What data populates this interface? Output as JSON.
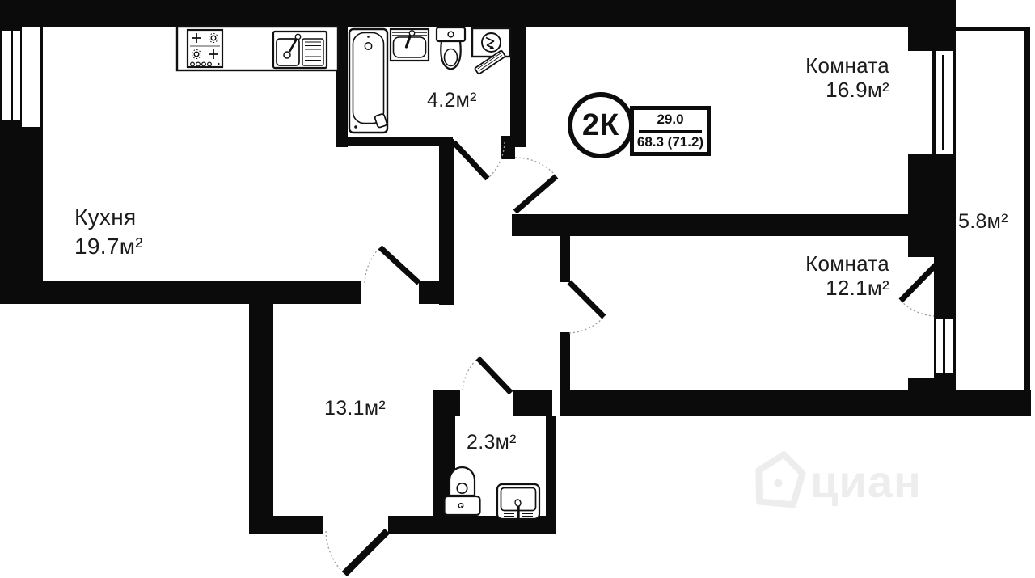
{
  "floorplan": {
    "badge": {
      "rooms_label": "2К",
      "area_top": "29.0",
      "area_bottom": "68.3 (71.2)"
    },
    "rooms": {
      "kitchen": {
        "name": "Кухня",
        "area": "19.7м²"
      },
      "room1": {
        "name": "Комната",
        "area": "16.9м²"
      },
      "room2": {
        "name": "Комната",
        "area": "12.1м²"
      },
      "bathroom": {
        "area": "4.2м²"
      },
      "hallway": {
        "area": "13.1м²"
      },
      "wc": {
        "area": "2.3м²"
      },
      "balcony": {
        "area": "5.8м²"
      }
    },
    "watermark": {
      "text": "циан"
    },
    "colors": {
      "walls": "#0b0b0b",
      "background": "#ffffff",
      "text": "#1b1b1b",
      "watermark": "#ededed",
      "door_arc": "#9c9c9c"
    },
    "icons": [
      "stove-icon",
      "kitchen-sink-icon",
      "bathtub-icon",
      "washbasin-icon",
      "toilet-icon",
      "washing-machine-icon",
      "shelf-icon",
      "wc-toilet-icon",
      "wc-sink-icon",
      "house-icon",
      "door-swing",
      "window"
    ]
  }
}
